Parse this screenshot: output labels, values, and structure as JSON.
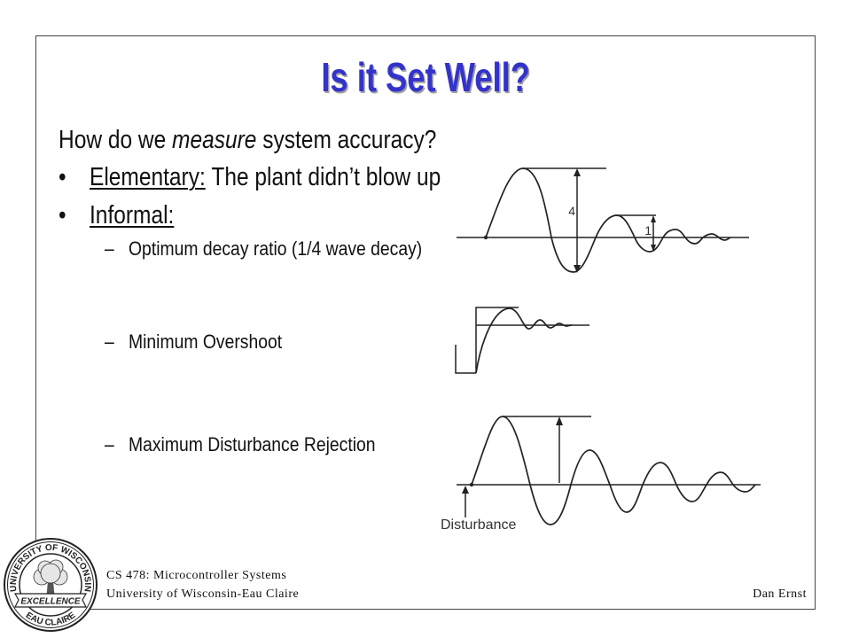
{
  "slide": {
    "title": "Is it Set Well?",
    "question": {
      "prefix": "How do we ",
      "emphasis": "measure",
      "suffix": " system accuracy?"
    },
    "bullets": [
      {
        "marker": "•",
        "label": "Elementary:",
        "text": "The plant didn’t blow up"
      },
      {
        "marker": "•",
        "label": "Informal:"
      }
    ],
    "sub_items": [
      {
        "marker": "–",
        "text": "Optimum decay ratio (1/4 wave decay)"
      },
      {
        "marker": "–",
        "text": "Minimum Overshoot"
      },
      {
        "marker": "–",
        "text": "Maximum Disturbance Rejection"
      }
    ]
  },
  "figures": {
    "decay_ratio": {
      "first_peak_label": "4",
      "second_peak_label": "1"
    },
    "disturbance_rejection": {
      "label": "Disturbance"
    }
  },
  "footer": {
    "course": "CS 478: Microcontroller Systems",
    "institution": "University of Wisconsin-Eau Claire",
    "author": "Dan Ernst"
  },
  "logo": {
    "top_text": "UNIVERSITY OF WISCONSIN",
    "bottom_text": "EAU CLAIRE",
    "banner_text": "EXCELLENCE"
  },
  "colors": {
    "title": "#3333cc",
    "title_shadow": "#a0a0a0",
    "text": "#111111",
    "frame": "#444444"
  }
}
